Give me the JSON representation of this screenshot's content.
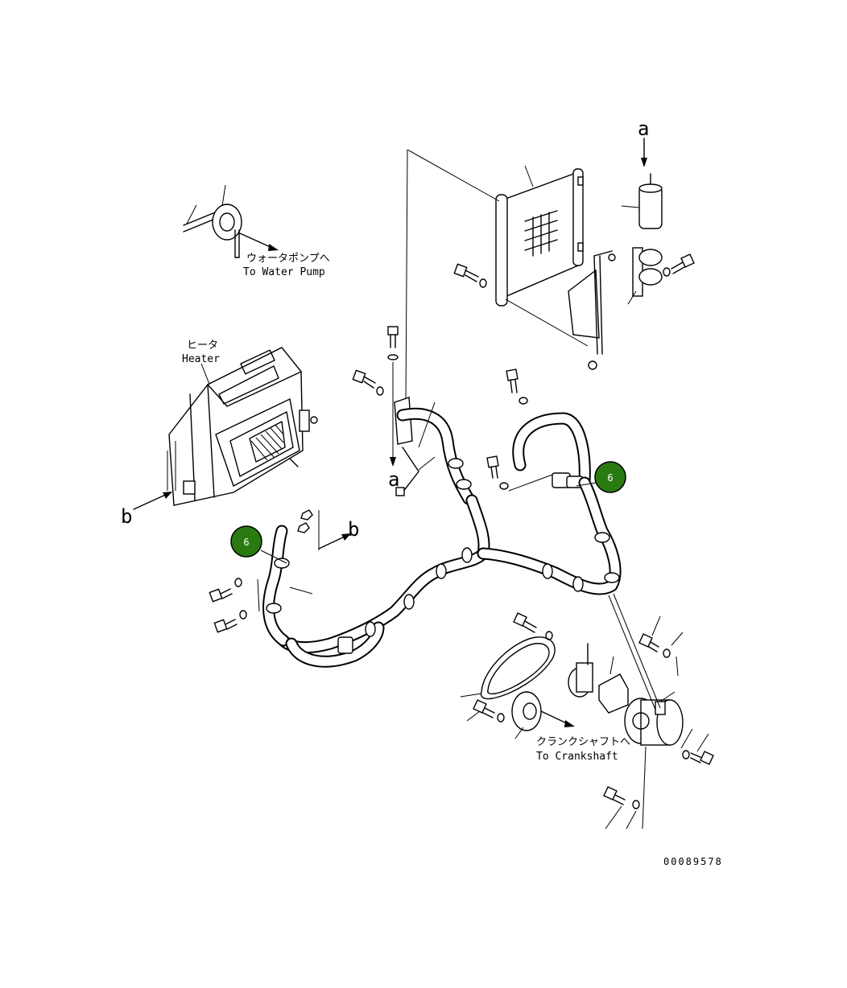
{
  "labels": {
    "water_pump_jp": "ウォータポンプへ",
    "water_pump_en": "To Water Pump",
    "heater_jp": "ヒータ",
    "heater_en": "Heater",
    "crankshaft_jp": "クランクシャフトへ",
    "crankshaft_en": "To Crankshaft",
    "ref_a": "a",
    "ref_b": "b",
    "drawing_number": "00089578"
  },
  "callouts": [
    {
      "label": "6"
    },
    {
      "label": "6"
    }
  ],
  "colors": {
    "callout_fill": "#2a7a12",
    "line": "#000000"
  }
}
